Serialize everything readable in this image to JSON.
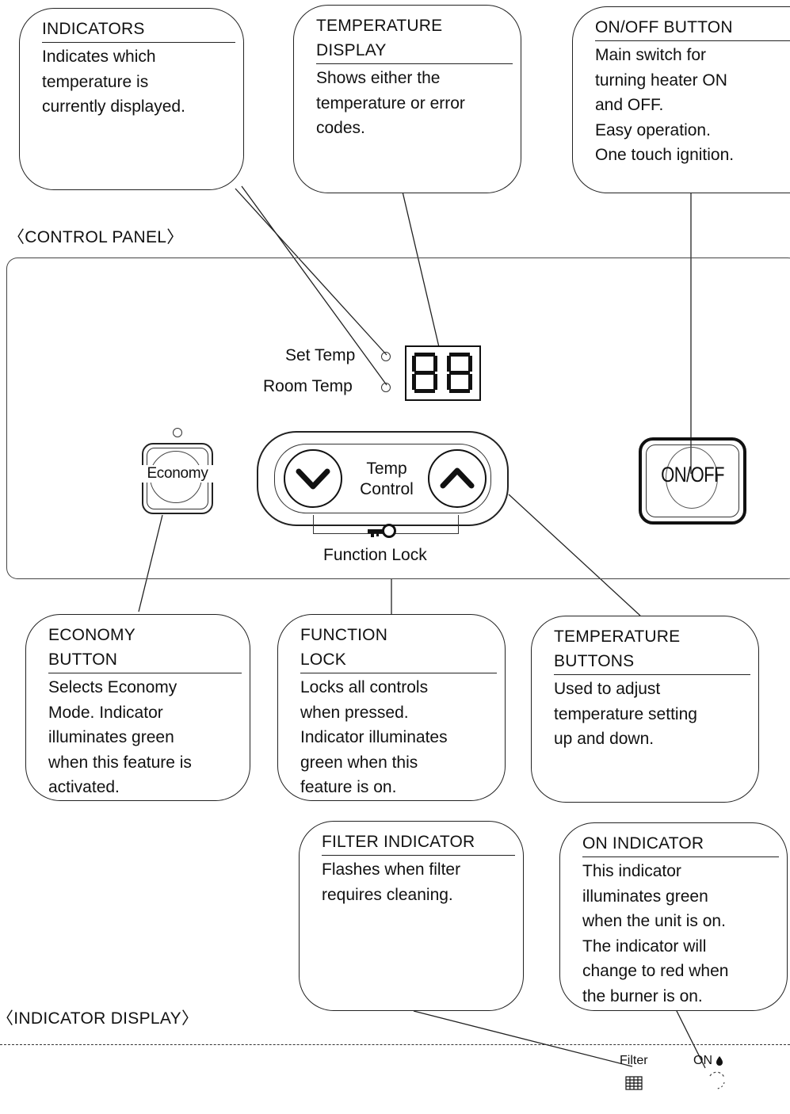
{
  "callouts": {
    "indicators": {
      "title": "INDICATORS",
      "body": "Indicates which\ntemperature is\ncurrently displayed."
    },
    "temperature_display": {
      "title": "TEMPERATURE\nDISPLAY",
      "body": "Shows either the\ntemperature or error\ncodes."
    },
    "on_off_button": {
      "title": "ON/OFF BUTTON",
      "body": "Main switch for\nturning heater ON\nand OFF.\nEasy operation.\nOne touch ignition."
    },
    "economy_button": {
      "title": "ECONOMY\nBUTTON",
      "body": "Selects Economy\nMode. Indicator\nilluminates green\nwhen this feature is\nactivated."
    },
    "function_lock": {
      "title": "FUNCTION\nLOCK",
      "body": "Locks all controls\nwhen pressed.\nIndicator illuminates\ngreen when this\nfeature is on."
    },
    "temperature_buttons": {
      "title": "TEMPERATURE\nBUTTONS",
      "body": "Used to adjust\ntemperature setting\nup and down."
    },
    "filter_indicator": {
      "title": "FILTER INDICATOR",
      "body": "Flashes when filter\nrequires cleaning."
    },
    "on_indicator": {
      "title": "ON INDICATOR",
      "body": "This indicator\nilluminates green\nwhen the unit is on.\nThe indicator will\nchange to red when\nthe burner is on."
    }
  },
  "sections": {
    "control_panel": "〈CONTROL PANEL〉",
    "indicator_display": "〈INDICATOR DISPLAY〉"
  },
  "panel": {
    "set_temp": "Set Temp",
    "room_temp": "Room Temp",
    "display_value": "88",
    "economy": "Economy",
    "temp_control_line1": "Temp",
    "temp_control_line2": "Control",
    "function_lock": "Function Lock",
    "on_off": "ON/OFF"
  },
  "indicator_strip": {
    "filter": "Filter",
    "on": "ON"
  }
}
